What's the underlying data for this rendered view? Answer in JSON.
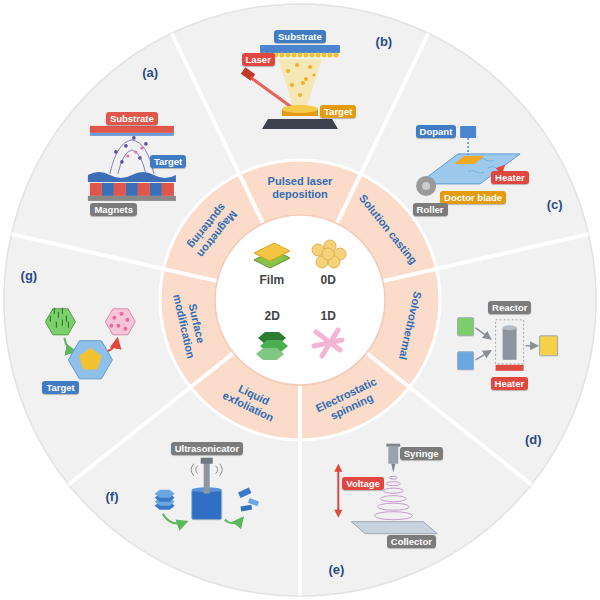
{
  "diagram": {
    "nodes": [
      {
        "text": [
          "Substrate"
        ]
      },
      {
        "text": [
          "Target"
        ]
      },
      {
        "text": [
          "Magnets"
        ]
      },
      {
        "text": [
          "Substrate"
        ]
      },
      {
        "text": [
          "Laser"
        ]
      },
      {
        "text": [
          "Target"
        ]
      },
      {
        "text": [
          "Dopant"
        ]
      },
      {
        "text": [
          "Heater"
        ]
      },
      {
        "text": [
          "Doctor blade"
        ]
      },
      {
        "text": [
          "Roller"
        ]
      },
      {
        "text": [
          "Reactor"
        ]
      },
      {
        "text": [
          "Heater"
        ]
      },
      {
        "text": [
          "Syringe"
        ]
      },
      {
        "text": [
          "Voltage"
        ]
      },
      {
        "text": [
          "Collector"
        ]
      },
      {
        "text": [
          "Ultrasonicator"
        ]
      },
      {
        "text": [
          "Target"
        ]
      }
    ],
    "labels": [
      "Pulsed laser deposition",
      "Solution casting",
      "Solvothermal",
      "Electrostatic spinning",
      "Liquid exfoliation",
      "Surface modification",
      "Magnetron sputtering",
      "Film",
      "0D",
      "2D",
      "1D",
      "(a)",
      "(b)",
      "(c)",
      "(d)",
      "(e)",
      "(f)",
      "(g)"
    ]
  }
}
